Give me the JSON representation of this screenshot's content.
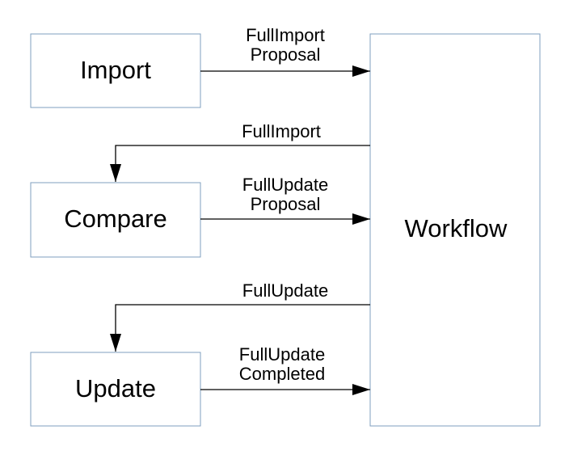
{
  "diagram": {
    "nodes": {
      "import": "Import",
      "compare": "Compare",
      "update": "Update",
      "workflow": "Workflow"
    },
    "edges": [
      {
        "from": "import",
        "to": "workflow",
        "label_lines": [
          "FullImport",
          "Proposal"
        ]
      },
      {
        "from": "workflow",
        "to": "compare",
        "label_lines": [
          "FullImport"
        ]
      },
      {
        "from": "compare",
        "to": "workflow",
        "label_lines": [
          "FullUpdate",
          "Proposal"
        ]
      },
      {
        "from": "workflow",
        "to": "update",
        "label_lines": [
          "FullUpdate"
        ]
      },
      {
        "from": "update",
        "to": "workflow",
        "label_lines": [
          "FullUpdate",
          "Completed"
        ]
      }
    ]
  },
  "colors": {
    "box_border": "#7f9fbf",
    "arrow": "#000000",
    "text": "#000000"
  }
}
